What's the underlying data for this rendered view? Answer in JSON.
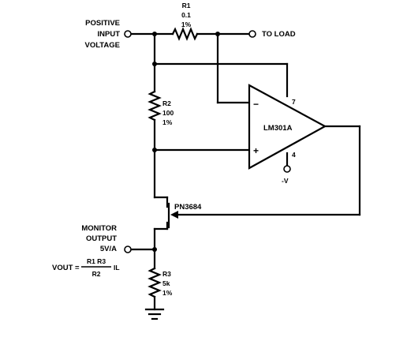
{
  "input_label": [
    "POSITIVE",
    "INPUT",
    "VOLTAGE"
  ],
  "load_label": "TO LOAD",
  "r1": {
    "name": "R1",
    "value": "0.1",
    "tolerance": "1%"
  },
  "r2": {
    "name": "R2",
    "value": "100",
    "tolerance": "1%"
  },
  "r3": {
    "name": "R3",
    "value": "5k",
    "tolerance": "1%"
  },
  "opamp": {
    "name": "LM301A",
    "minus": "−",
    "plus": "+",
    "pin7": "7",
    "pin4": "4",
    "supply": "-V"
  },
  "transistor": "PN3684",
  "monitor_label": [
    "MONITOR",
    "OUTPUT",
    "5V/A"
  ],
  "formula": {
    "lhs": "VOUT =",
    "numerator": "R1 R3",
    "denominator": "R2",
    "suffix": "IL"
  }
}
